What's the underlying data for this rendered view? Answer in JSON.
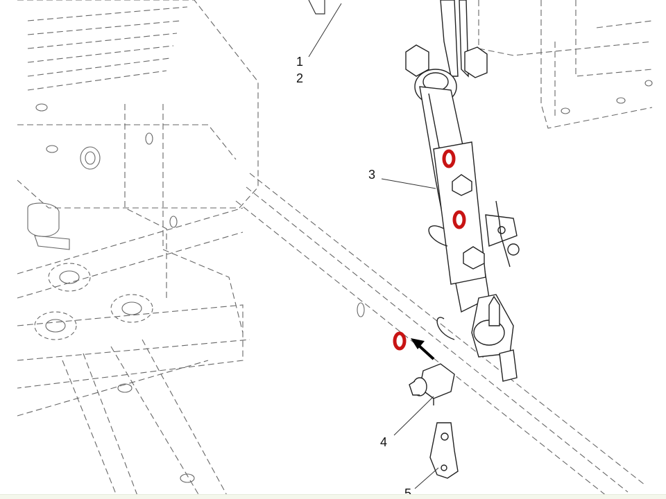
{
  "diagram": {
    "callouts": [
      {
        "id": "1",
        "text": "1"
      },
      {
        "id": "2",
        "text": "2"
      },
      {
        "id": "3",
        "text": "3"
      },
      {
        "id": "4",
        "text": "4"
      },
      {
        "id": "5",
        "text": "5"
      }
    ],
    "annotations": {
      "highlight_color": "#c81414",
      "arrow_color": "#000000",
      "line_color": "#555555"
    },
    "icons": [
      "o-ring-icon",
      "bolt-nut-icon",
      "bracket-icon",
      "arrow-icon",
      "cotter-pin-icon"
    ]
  }
}
